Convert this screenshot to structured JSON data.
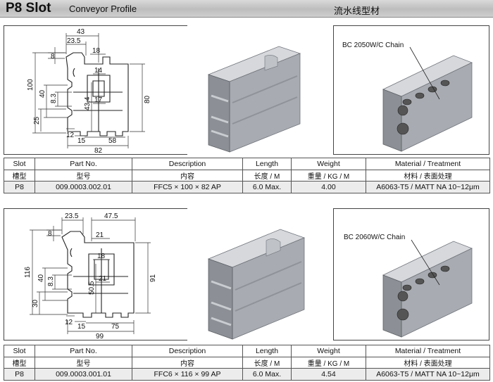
{
  "header": {
    "title": "P8 Slot",
    "subtitle": "Conveyor Profile",
    "title_cn": "流水线型材"
  },
  "table_headers": {
    "slot": "Slot",
    "slot_cn": "槽型",
    "part_no": "Part No.",
    "part_no_cn": "型号",
    "description": "Description",
    "description_cn": "内容",
    "length": "Length",
    "length_cn": "长度 / M",
    "weight": "Weight",
    "weight_cn": "重量 / KG / M",
    "material": "Material / Treatment",
    "material_cn": "材料 / 表面处理"
  },
  "products": [
    {
      "dims": {
        "width_top": "43",
        "left_top": "23.5",
        "slot_w": "18",
        "top_h": "8",
        "mid_w": "14",
        "total_h": "100",
        "mid_h": "40",
        "small_h": "8.3",
        "center_h": "43.4",
        "bottom_w": "17",
        "low_h": "25",
        "right_h": "80",
        "b1": "12",
        "b2": "15",
        "b3": "58",
        "b4": "82"
      },
      "chain_label": "BC 2050W/C Chain",
      "row": {
        "slot": "P8",
        "part_no": "009.0003.002.01",
        "description": "FFC5 × 100 × 82 AP",
        "length": "6.0 Max.",
        "weight": "4.00",
        "material": "A6063-T5 / MATT NA 10~12μm"
      }
    },
    {
      "dims": {
        "left_top": "23.5",
        "right_top": "47.5",
        "top_h": "8",
        "slot_w": "21",
        "mid_w": "18",
        "total_h": "116",
        "mid_h": "40",
        "small_h": "8.3",
        "center_h": "50.5",
        "bottom_w": "21",
        "low_h": "30",
        "right_h": "91",
        "b1": "12",
        "b2": "15",
        "b3": "75",
        "b4": "99"
      },
      "chain_label": "BC 2060W/C Chain",
      "row": {
        "slot": "P8",
        "part_no": "009.0003.001.01",
        "description": "FFC6 × 116 × 99 AP",
        "length": "6.0 Max.",
        "weight": "4.54",
        "material": "A6063-T5 / MATT NA 10~12μm"
      }
    }
  ],
  "colors": {
    "header_bg": "#c8c8c8",
    "profile_light": "#d2d4d8",
    "profile_mid": "#a8abb1",
    "profile_dark": "#6f7379",
    "value_row_bg": "#ececec"
  }
}
